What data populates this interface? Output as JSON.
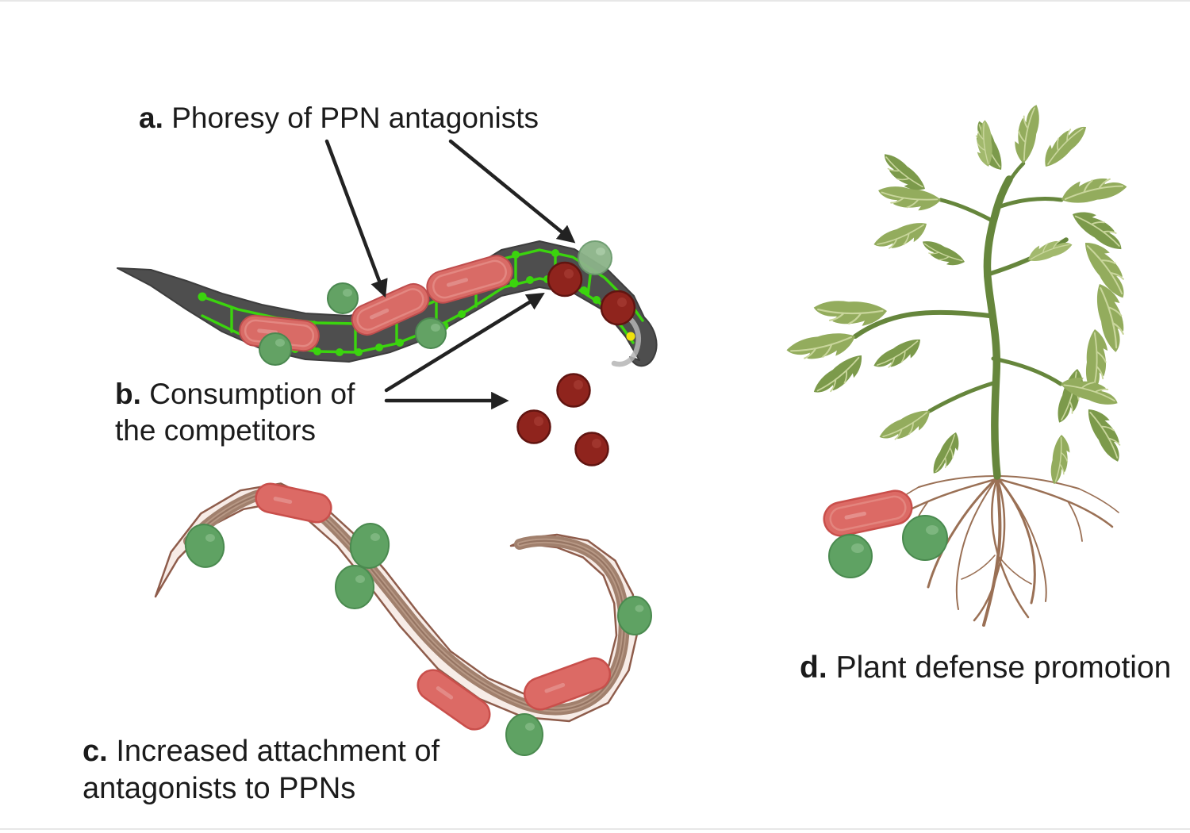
{
  "labels": {
    "a": {
      "prefix": "a.",
      "text": "Phoresy of PPN antagonists"
    },
    "b": {
      "prefix": "b.",
      "line1": "Consumption of",
      "line2": "the competitors"
    },
    "c": {
      "prefix": "c.",
      "line1": "Increased attachment of",
      "line2": "antagonists to PPNs"
    },
    "d": {
      "prefix": "d.",
      "text": "Plant defense promotion"
    }
  },
  "colors": {
    "background": "#ffffff",
    "edge_line": "#e7e7e7",
    "text": "#1b1b1b",
    "arrow_black": "#222222",
    "nematode_gray": "#4e4e4e",
    "lattice_green": "#3bd40e",
    "lattice_dot_yellow": "#f0e20c",
    "bacteria_rod_pink": "#d96b66",
    "antagonist_sphere_green": "#63a264",
    "competitor_sphere_dark_red": "#8f241d",
    "ppn_body_pink": "#f7ece7",
    "ppn_band_brown": "#a1806d",
    "plant_leaf_green": "#93ac5d",
    "plant_leaf_dark_green": "#7c9a4b",
    "plant_stem_green": "#66863c",
    "root_brown": "#9a7055"
  },
  "artwork": {
    "gray_nematode": {
      "green_spheres": 4,
      "pink_rods": 3,
      "dark_red_spheres": 2,
      "yellow_dots": 1
    },
    "released_competitors": {
      "dark_red_spheres": 3
    },
    "ppn_nematode": {
      "green_spheres": 5,
      "pink_rods": 3
    },
    "tomato_plant": {
      "pink_rods": 1,
      "green_spheres": 2
    }
  }
}
